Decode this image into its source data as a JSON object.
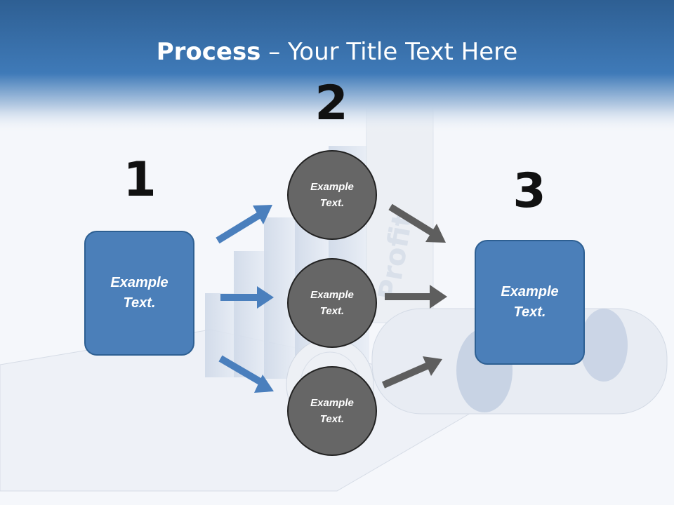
{
  "title": {
    "bold": "Process",
    "rest": " – Your Title Text Here"
  },
  "background": {
    "watermark_text": "Profit"
  },
  "steps": [
    {
      "number": "1",
      "text": "Example Text."
    },
    {
      "number": "2",
      "text": "Example Text.",
      "circles": [
        "Example Text.",
        "Example Text.",
        "Example Text."
      ]
    },
    {
      "number": "3",
      "text": "Example Text."
    }
  ],
  "colors": {
    "header_blue": "#3f76b3",
    "box_fill": "#4b7fb9",
    "box_border": "#2d5f92",
    "circle_fill": "#666666",
    "left_arrows": "#4a7fbd",
    "right_arrows": "#5e5e5e"
  }
}
